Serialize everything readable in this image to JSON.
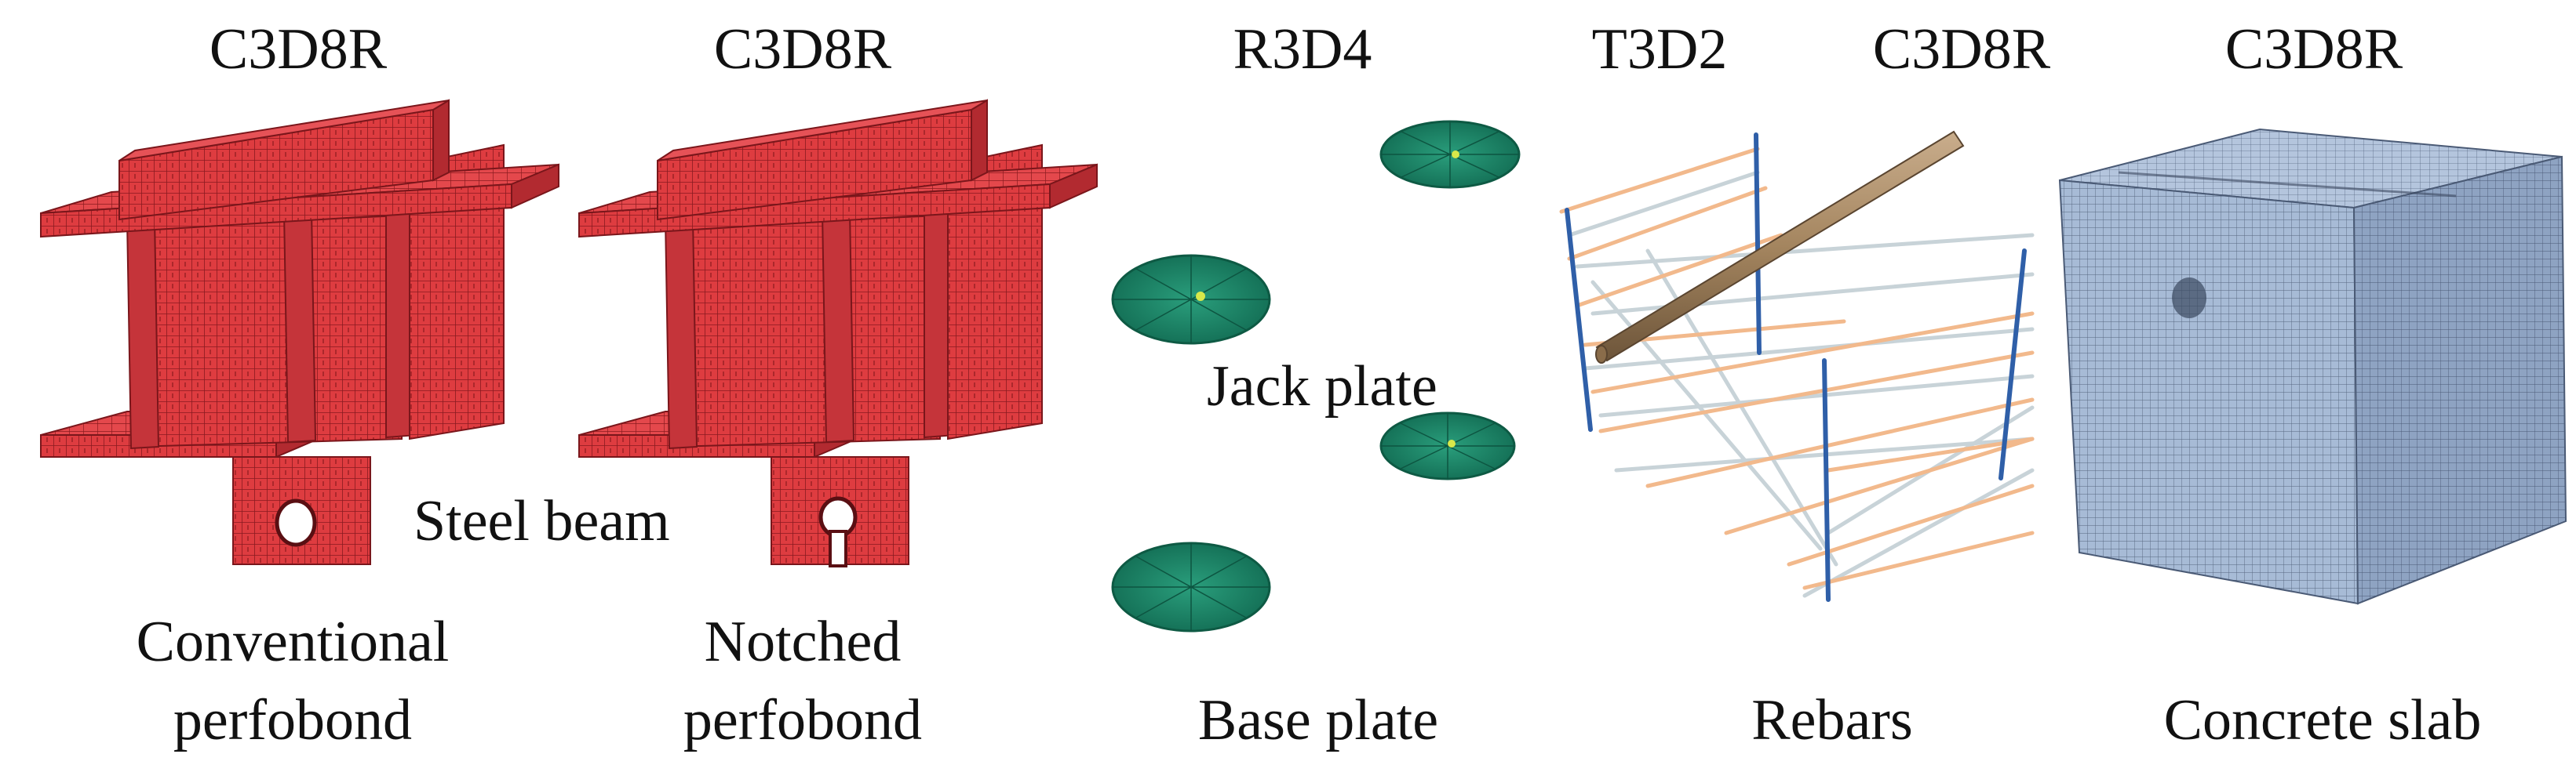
{
  "element_types": {
    "conventional": "C3D8R",
    "notched": "C3D8R",
    "plates": "R3D4",
    "rebar_bars": "T3D2",
    "rebar_dowel": "C3D8R",
    "slab": "C3D8R"
  },
  "labels": {
    "conventional_line1": "Conventional",
    "conventional_line2": "perfobond",
    "notched_line1": "Notched",
    "notched_line2": "perfobond",
    "steel_beam": "Steel beam",
    "jack_plate": "Jack plate",
    "base_plate": "Base plate",
    "rebars": "Rebars",
    "concrete_slab": "Concrete slab"
  },
  "colors": {
    "steel": "#de3c40",
    "steel_dark": "#9e1e24",
    "plate": "#1c8a6a",
    "rebar_transverse": "#f2b98c",
    "rebar_longitudinal": "#c8d3d8",
    "rebar_vertical": "#2f5fa8",
    "dowel": "#a98a6a",
    "concrete": "#9fb3cf"
  }
}
